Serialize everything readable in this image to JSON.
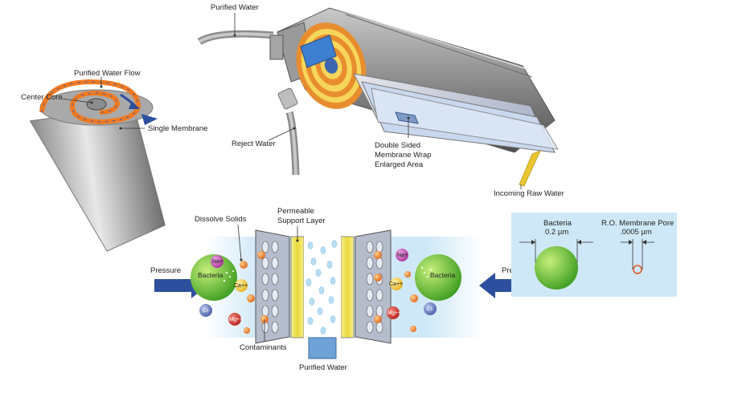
{
  "top_labels": {
    "purified_water": "Purified Water",
    "reject_water": "Reject Water",
    "membrane_wrap_line1": "Double Sided",
    "membrane_wrap_line2": "Membrane Wrap",
    "membrane_wrap_line3": "Enlarged Area",
    "incoming_raw_water": "Incoming Raw Water"
  },
  "spiral_labels": {
    "purified_water_flow": "Purified Water Flow",
    "center_core": "Center Core",
    "single_membrane": "Single Membrane"
  },
  "cross_section_labels": {
    "dissolve_solids": "Dissolve Solids",
    "permeable_line1": "Permeable",
    "permeable_line2": "Support Layer",
    "pressure_left": "Pressure",
    "pressure_right": "Pressure",
    "bacteria_left": "Bacteria",
    "bacteria_right": "Bacteria",
    "contaminants": "Contaminants",
    "purified_water_bottom": "Purified Water"
  },
  "ions": {
    "na": "Na+",
    "ca": "Ca++",
    "cl": "Cl-",
    "mg": "Mg++"
  },
  "comparison": {
    "bacteria_label": "Bacteria",
    "bacteria_size": "0.2 µm",
    "pore_label": "R.O. Membrane Pore",
    "pore_size": ".0005 µm"
  },
  "colors": {
    "water_blue": "#cfe8f7",
    "membrane_yellow": "#f2e65a",
    "arrow_blue": "#2d4f9e",
    "orange": "#f07a22",
    "bacteria_green": "#58b830"
  }
}
